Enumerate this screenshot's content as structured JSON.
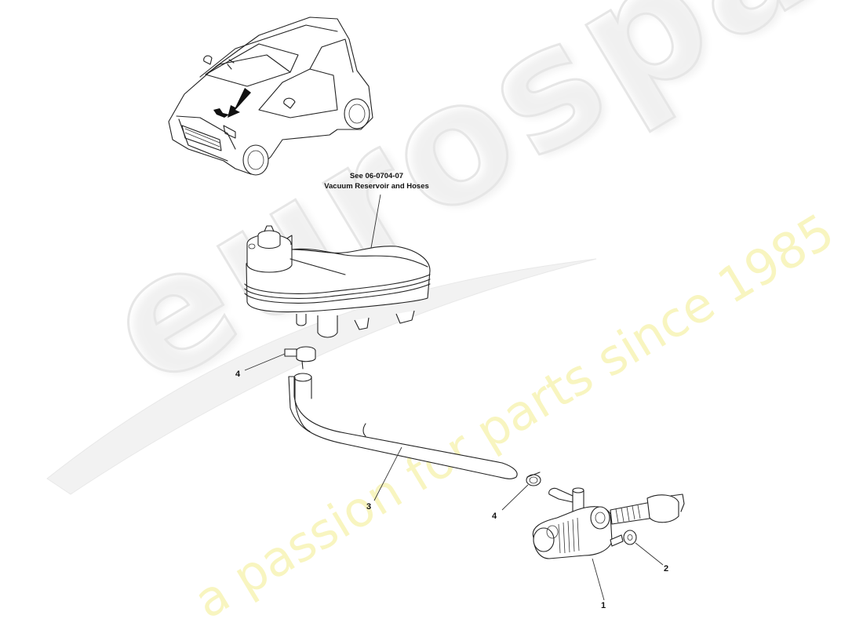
{
  "watermark": {
    "brand": "eurospares",
    "tagline": "a passion for parts since 1985",
    "brand_color": "#e6e6e6",
    "tagline_color": "#f7f4b6"
  },
  "reference_note": {
    "line1": "See 06-0704-07",
    "line2": "Vacuum Reservoir and Hoses"
  },
  "callouts": [
    {
      "id": "1",
      "label": "1",
      "part": "clutch-slave-cylinder"
    },
    {
      "id": "2",
      "label": "2",
      "part": "nut"
    },
    {
      "id": "3",
      "label": "3",
      "part": "hose"
    },
    {
      "id": "4a",
      "label": "4",
      "part": "hose-clip-upper"
    },
    {
      "id": "4b",
      "label": "4",
      "part": "hose-clip-lower"
    }
  ],
  "colors": {
    "line": "#222222",
    "background": "#ffffff"
  }
}
